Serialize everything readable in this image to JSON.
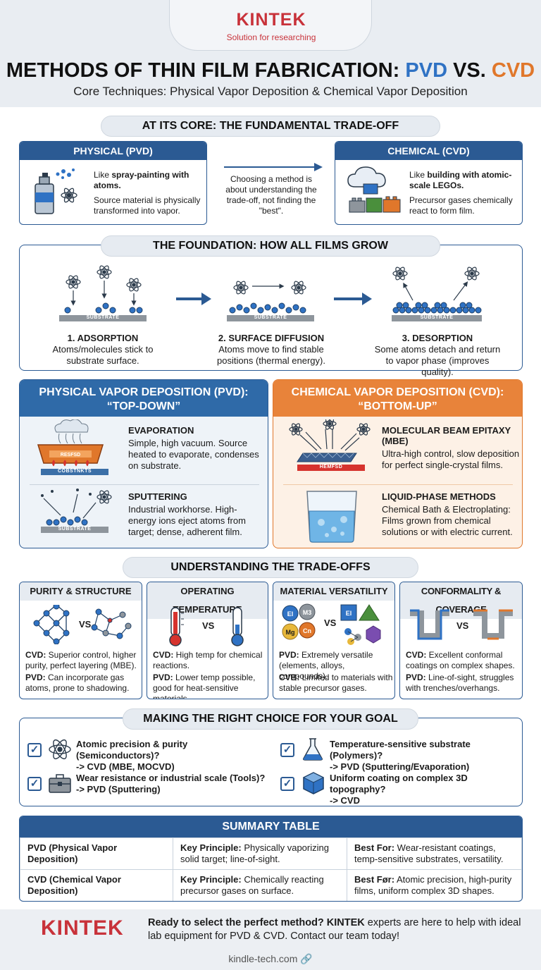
{
  "brand": {
    "name": "KINTEK",
    "tagline": "Solution for researching"
  },
  "title": {
    "part1": "METHODS OF THIN FILM FABRICATION: ",
    "pvd": "PVD",
    "vs": " VS. ",
    "cvd": "CVD"
  },
  "subtitle": "Core Techniques: Physical Vapor Deposition & Chemical Vapor Deposition",
  "core": {
    "heading": "AT ITS CORE: THE FUNDAMENTAL TRADE-OFF",
    "physical": {
      "title": "PHYSICAL (PVD)",
      "lead_plain": "Like ",
      "lead_bold": "spray-painting with atoms.",
      "desc": "Source material is physically transformed into vapor."
    },
    "center_note": "Choosing a method is about understanding the trade-off, not finding the \"best\".",
    "chemical": {
      "title": "CHEMICAL (CVD)",
      "lead_plain": "Like ",
      "lead_bold": "building with atomic-scale LEGOs.",
      "desc": "Precursor gases chemically react to form film."
    }
  },
  "foundation": {
    "heading": "THE FOUNDATION: HOW ALL FILMS GROW",
    "substrate_label": "SUBSTRATE",
    "steps": [
      {
        "title": "1. ADSORPTION",
        "desc": "Atoms/molecules stick to substrate surface."
      },
      {
        "title": "2. SURFACE DIFFUSION",
        "desc": "Atoms move to find stable positions (thermal energy)."
      },
      {
        "title": "3. DESORPTION",
        "desc": "Some atoms detach and return to vapor phase (improves quality)."
      }
    ]
  },
  "pvd_panel": {
    "heading_line1": "PHYSICAL VAPOR DEPOSITION (PVD):",
    "heading_line2": "“TOP-DOWN”",
    "evap_source_label": "RESFSD",
    "evap_substrate_label": "COBSTNKTS",
    "sputter_substrate_label": "SUBSTRATE",
    "methods": [
      {
        "title": "EVAPORATION",
        "desc": "Simple, high vacuum. Source heated to evaporate, condenses on substrate."
      },
      {
        "title": "SPUTTERING",
        "desc": "Industrial workhorse. High-energy ions eject atoms from target; dense, adherent film."
      }
    ]
  },
  "cvd_panel": {
    "heading_line1": "CHEMICAL VAPOR DEPOSITION (CVD):",
    "heading_line2": "“BOTTOM-UP”",
    "mbe_substrate_label": "HEMFSD",
    "methods": [
      {
        "title": "MOLECULAR BEAM EPITAXY (MBE)",
        "desc": "Ultra-high control, slow deposition for perfect single-crystal films."
      },
      {
        "title": "LIQUID-PHASE METHODS",
        "desc": "Chemical Bath & Electroplating: Films grown from chemical solutions or with electric current."
      }
    ]
  },
  "tradeoffs": {
    "heading": "UNDERSTANDING THE TRADE-OFFS",
    "vs": "VS",
    "element_labels": [
      "El",
      "M3",
      "Mg",
      "Cn",
      "El"
    ],
    "cards": [
      {
        "title": "PURITY & STRUCTURE",
        "line1_label": "CVD:",
        "line1": " Superior control, higher purity, perfect layering (MBE).",
        "line2_label": "PVD:",
        "line2": " Can incorporate gas atoms, prone to shadowing."
      },
      {
        "title": "OPERATING TEMPERATURE",
        "line1_label": "CVD:",
        "line1": " High temp for chemical reactions.",
        "line2_label": "PVD:",
        "line2": " Lower temp possible, good for heat-sensitive materials."
      },
      {
        "title": "MATERIAL VERSATILITY",
        "line1_label": "PVD:",
        "line1": " Extremely versatile (elements, alloys, compounds).",
        "line2_label": "CVB:",
        "line2": " Limited to materials with stable precursor gases."
      },
      {
        "title": "CONFORMALITY & COVERAGE",
        "line1_label": "CVD:",
        "line1": " Excellent conformal coatings on complex shapes.",
        "line2_label": "PVD:",
        "line2": " Line-of-sight, struggles with trenches/overhangs."
      }
    ]
  },
  "choice": {
    "heading": "MAKING THE RIGHT CHOICE FOR YOUR GOAL",
    "check": "✓",
    "items": [
      {
        "q": "Atomic precision & purity (Semiconductors)?",
        "a": "-> CVD (MBE, MOCVD)"
      },
      {
        "q": "Temperature-sensitive substrate (Polymers)?",
        "a": "-> PVD (Sputtering/Evaporation)"
      },
      {
        "q": "Wear resistance or industrial scale (Tools)?",
        "a": "-> PVD (Sputtering)"
      },
      {
        "q": "Uniform coating on complex 3D topography?",
        "a": "-> CVD"
      }
    ]
  },
  "summary": {
    "heading": "SUMMARY TABLE",
    "rows": [
      {
        "method": "PVD (Physical Vapor Deposition)",
        "principle_label": "Key Principle:",
        "principle": " Physically vaporizing solid target; line-of-sight.",
        "best_label": "Best For:",
        "best": " Wear-resistant coatings, temp-sensitive substrates, versatility."
      },
      {
        "method": "CVD (Chemical Vapor Deposition)",
        "principle_label": "Key Principle:",
        "principle": " Chemically reacting precursor gases on surface.",
        "best_label": "Best Før:",
        "best": " Atomic precision, high-purity films, uniform complex 3D shapes."
      }
    ]
  },
  "footer": {
    "logo": "KINTEK",
    "cta_bold1": "Ready to select the perfect method? KINTEK",
    "cta_rest": " experts are here to help with ideal lab equipment for PVD & CVD. Contact our team today!",
    "url": "kindle-tech.com",
    "link_icon": "🔗"
  },
  "colors": {
    "navy": "#2b5a93",
    "orange": "#e0772b",
    "pvd_blue": "#2f72c4",
    "brand_red": "#c8323a"
  }
}
